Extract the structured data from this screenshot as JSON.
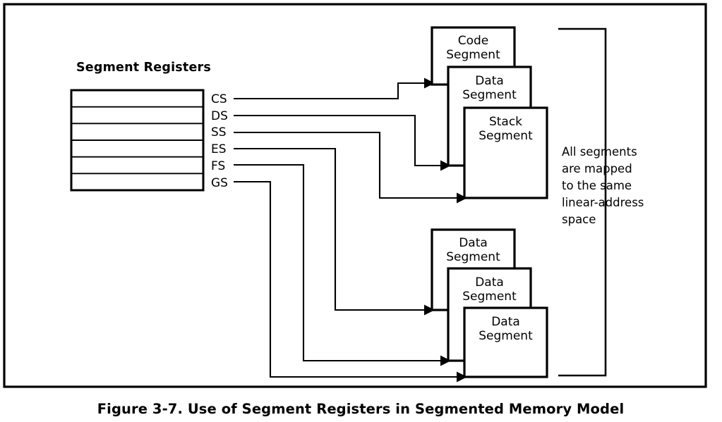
{
  "figure": {
    "caption": "Figure 3-7.  Use of Segment Registers in Segmented Memory Model",
    "caption_color": "#1268b3",
    "border_color": "#000000",
    "background": "#ffffff"
  },
  "registers_panel": {
    "title": "Segment Registers",
    "rows": [
      {
        "label": "CS",
        "value": ""
      },
      {
        "label": "DS",
        "value": ""
      },
      {
        "label": "SS",
        "value": ""
      },
      {
        "label": "ES",
        "value": ""
      },
      {
        "label": "FS",
        "value": ""
      },
      {
        "label": "GS",
        "value": ""
      }
    ]
  },
  "segment_groups": [
    {
      "name": "upper-group",
      "boxes": [
        {
          "line1": "Code",
          "line2": "Segment"
        },
        {
          "line1": "Data",
          "line2": "Segment"
        },
        {
          "line1": "Stack",
          "line2": "Segment"
        }
      ]
    },
    {
      "name": "lower-group",
      "boxes": [
        {
          "line1": "Data",
          "line2": "Segment"
        },
        {
          "line1": "Data",
          "line2": "Segment"
        },
        {
          "line1": "Data",
          "line2": "Segment"
        }
      ]
    }
  ],
  "note": {
    "lines": [
      "All segments",
      "are mapped",
      "to the same",
      "linear-address",
      "space"
    ]
  },
  "connections": [
    {
      "from": "CS",
      "to": "code-segment"
    },
    {
      "from": "DS",
      "to": "data-segment-upper"
    },
    {
      "from": "SS",
      "to": "stack-segment"
    },
    {
      "from": "ES",
      "to": "data-segment-lower-1"
    },
    {
      "from": "FS",
      "to": "data-segment-lower-2"
    },
    {
      "from": "GS",
      "to": "data-segment-lower-3"
    }
  ]
}
